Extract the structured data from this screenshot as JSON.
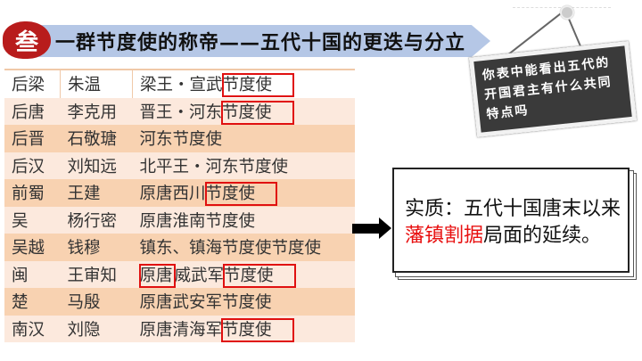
{
  "header": {
    "seal": "叁",
    "title": "一群节度使的称帝——五代十国的更迭与分立"
  },
  "table": {
    "rows": [
      {
        "dynasty": "后梁",
        "founder": "朱温",
        "origin": [
          {
            "t": "梁王・宣武"
          },
          {
            "t": "节度使",
            "boxed": true
          }
        ]
      },
      {
        "dynasty": "后唐",
        "founder": "李克用",
        "origin": [
          {
            "t": "晋王・河东"
          },
          {
            "t": "节度使",
            "boxed": true
          }
        ]
      },
      {
        "dynasty": "后晋",
        "founder": "石敬瑭",
        "origin": [
          {
            "t": "河东节度使"
          }
        ]
      },
      {
        "dynasty": "后汉",
        "founder": "刘知远",
        "origin": [
          {
            "t": "北平王・河东节度使"
          }
        ]
      },
      {
        "dynasty": "前蜀",
        "founder": "王建",
        "origin": [
          {
            "t": "原唐西川"
          },
          {
            "t": "节度使",
            "boxed": true
          }
        ]
      },
      {
        "dynasty": "吴",
        "founder": "杨行密",
        "origin": [
          {
            "t": "原唐淮南节度使"
          }
        ]
      },
      {
        "dynasty": "吴越",
        "founder": "钱穆",
        "origin": [
          {
            "t": "镇东、镇海节度使节度使"
          }
        ]
      },
      {
        "dynasty": "闽",
        "founder": "王审知",
        "origin": [
          {
            "t": "原唐",
            "boxed": true,
            "tight": true
          },
          {
            "t": "威武军"
          },
          {
            "t": "节度使",
            "boxed": true
          }
        ]
      },
      {
        "dynasty": "楚",
        "founder": "马殷",
        "origin": [
          {
            "t": "原唐武安军节度使"
          }
        ]
      },
      {
        "dynasty": "南汉",
        "founder": "刘隐",
        "origin": [
          {
            "t": "原唐清海军"
          },
          {
            "t": "节度使",
            "boxed": true
          }
        ]
      }
    ]
  },
  "sign": {
    "text": "你表中能看出五代的开国君主有什么共同特点吗"
  },
  "conclusion": {
    "prefix": "实质：五代十国唐末以来",
    "highlight": "藩镇割据",
    "suffix": "局面的延续。"
  },
  "colors": {
    "accent_red": "#e01010",
    "banner": "#b5c7e6",
    "row_dark": "#f8d2b1",
    "row_light": "#fce9dd"
  }
}
